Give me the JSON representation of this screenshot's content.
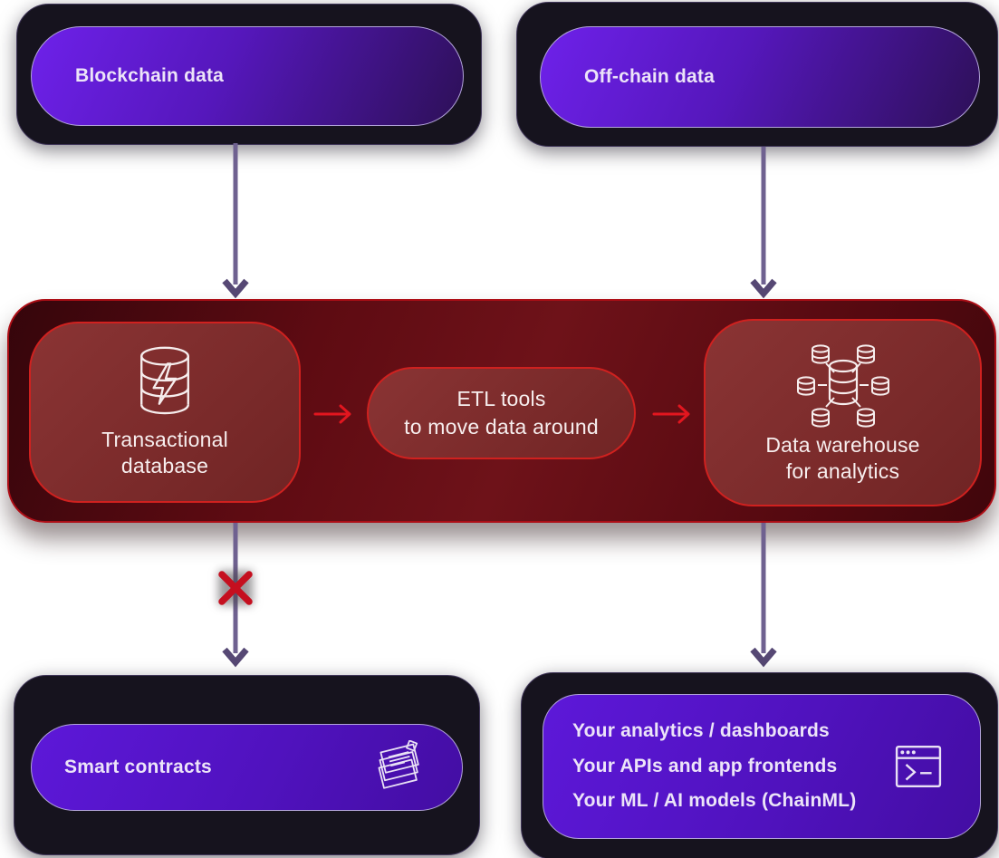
{
  "diagram": {
    "top": {
      "blockchain": {
        "label": "Blockchain data"
      },
      "offchain": {
        "label": "Off-chain data"
      }
    },
    "pipeline": {
      "transactional_db": {
        "line1": "Transactional",
        "line2": "database",
        "icon": "database-lightning-icon"
      },
      "etl": {
        "line1": "ETL tools",
        "line2": "to move data around"
      },
      "warehouse": {
        "line1": "Data warehouse",
        "line2": "for analytics",
        "icon": "distributed-database-icon"
      }
    },
    "bottom": {
      "smart_contracts": {
        "label": "Smart contracts",
        "icon": "documents-stack-icon"
      },
      "outputs": {
        "lines": [
          "Your analytics / dashboards",
          "Your APIs and app frontends",
          "Your ML / AI models (ChainML)"
        ],
        "icon": "terminal-window-icon"
      }
    },
    "colors": {
      "purple_gradient_start": "#6e21ea",
      "purple_gradient_end": "#2d1057",
      "purple_solid": "#5012be",
      "pill_border": "#b2a3da",
      "container_bg": "#16131e",
      "band_red_dark": "#35050b",
      "band_red_light": "#6e1219",
      "card_red": "#7c2a2b",
      "red_border": "#d0211f",
      "arrow_red": "#e2161f",
      "connector_purple": "#6f6190",
      "x_mark_red": "#c50f1f",
      "text_light": "#ece4f8"
    }
  }
}
